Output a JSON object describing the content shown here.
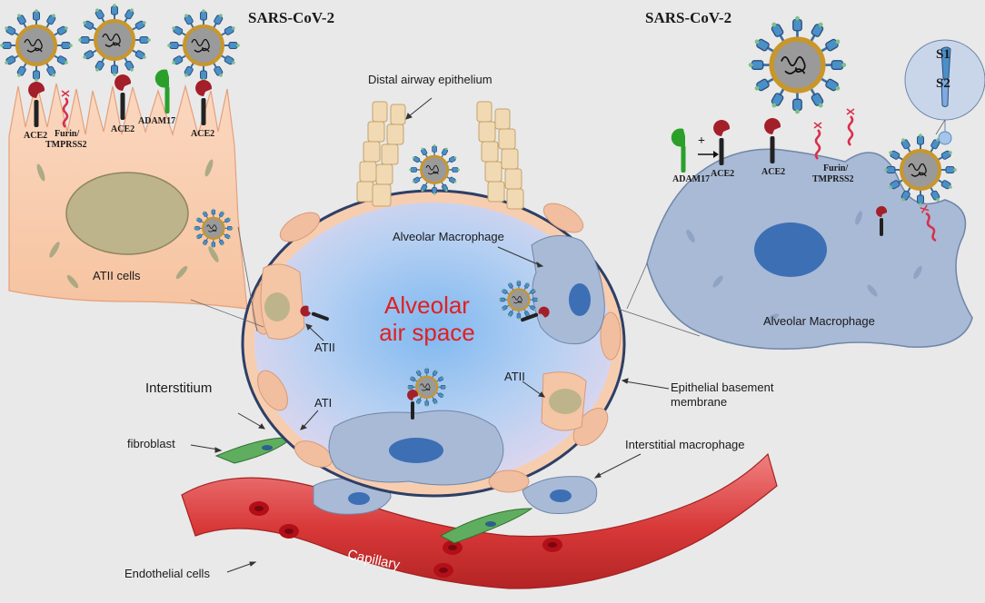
{
  "labels": {
    "virus_left": "SARS-CoV-2",
    "virus_right": "SARS-CoV-2",
    "distal_airway": "Distal airway epithelium",
    "alveolar_macrophage_inner": "Alveolar Macrophage",
    "alveolar_air_space": "Alveolar",
    "alveolar_air_space_2": "air space",
    "atii_cells": "ATII cells",
    "atii_left": "ATII",
    "atii_right": "ATII",
    "ati": "ATI",
    "interstitium": "Interstitium",
    "fibroblast": "fibroblast",
    "epithelial_bm": "Epithelial basement",
    "epithelial_bm_2": "membrane",
    "alveolar_macrophage_right": "Alveolar Macrophage",
    "interstitial_macrophage": "Interstitial macrophage",
    "endothelial_cells": "Endothelial cells",
    "capillary": "Capillary",
    "s1": "S1",
    "s2": "S2"
  },
  "receptors_left": {
    "ace2_a": "ACE2",
    "furin": "Furin/",
    "tmprss2": "TMPRSS2",
    "ace2_b": "ACE2",
    "adam17": "ADAM17",
    "ace2_c": "ACE2"
  },
  "receptors_right": {
    "plus": "+",
    "adam17": "ADAM17",
    "ace2_a": "ACE2",
    "ace2_b": "ACE2",
    "furin": "Furin/",
    "tmprss2": "TMPRSS2"
  },
  "colors": {
    "background": "#e9e9e9",
    "atii_cell": "#f7cdb0",
    "macrophage": "#a8bad6",
    "nucleus": "#3d6fb5",
    "alveolus_fill": "#a6c8ef",
    "alveolus_border": "#2d3f66",
    "capillary": "#d63a3a",
    "fibroblast": "#5fae5f",
    "ace2_head": "#a31f2a",
    "adam17": "#2aa02a",
    "virus_body": "#8f8f8f",
    "spike": "#4a90c8",
    "label_red": "#e02020"
  }
}
